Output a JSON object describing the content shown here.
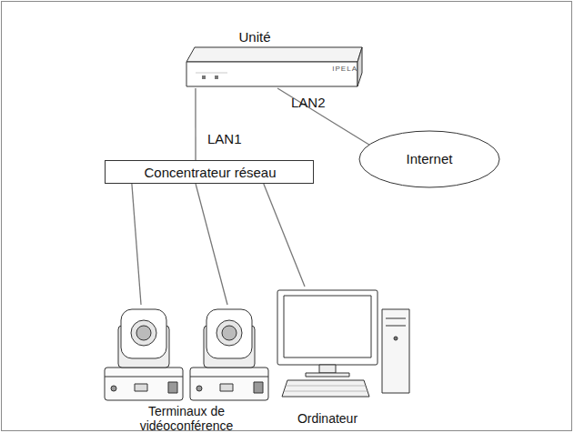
{
  "diagram": {
    "nodes": [
      {
        "text": [
          "Unité",
          "IPELA"
        ]
      },
      {
        "text": [
          "Concentrateur réseau"
        ]
      },
      {
        "text": [
          "Internet"
        ]
      },
      {
        "text": [
          "Terminaux de vidéoconférence"
        ]
      },
      {
        "text": [
          "Ordinateur"
        ]
      }
    ],
    "edges": [
      {
        "from": 0,
        "to": 1,
        "label": "LAN1",
        "arrow": "none"
      },
      {
        "from": 0,
        "to": 2,
        "label": "LAN2",
        "arrow": "none"
      },
      {
        "from": 1,
        "to": 3,
        "arrow": "none"
      },
      {
        "from": 1,
        "to": 3,
        "arrow": "none"
      },
      {
        "from": 1,
        "to": 4,
        "arrow": "none"
      }
    ]
  }
}
